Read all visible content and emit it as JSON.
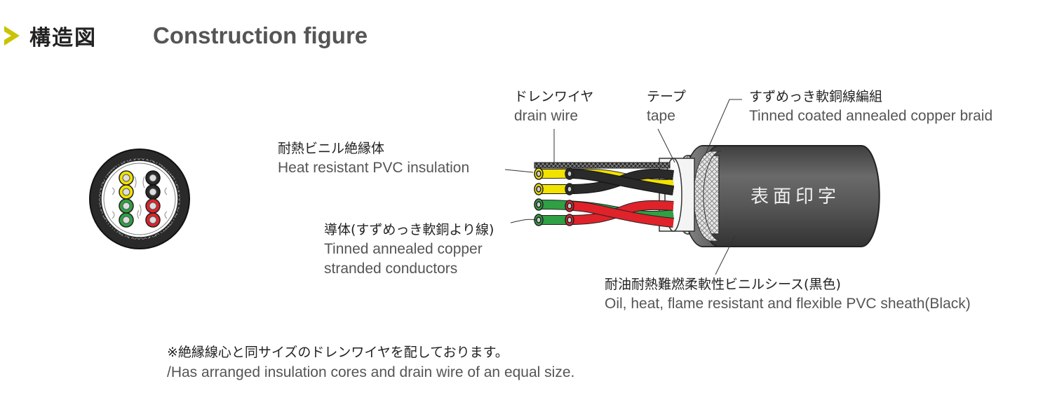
{
  "header": {
    "title_jp": "構造図",
    "title_en": "Construction figure",
    "accent_color": "#c9c400"
  },
  "labels": {
    "drain_wire": {
      "jp": "ドレンワイヤ",
      "en": "drain wire"
    },
    "tape": {
      "jp": "テープ",
      "en": "tape"
    },
    "braid": {
      "jp": "すずめっき軟銅線編組",
      "en": "Tinned coated annealed copper braid"
    },
    "insulation": {
      "jp": "耐熱ビニル絶縁体",
      "en": "Heat resistant PVC insulation"
    },
    "conductor": {
      "jp": "導体(すずめっき軟銅より線)",
      "en1": "Tinned annealed copper",
      "en2": "stranded conductors"
    },
    "sheath": {
      "jp": "耐油耐熱難燃柔軟性ビニルシース(黒色)",
      "en": "Oil, heat, flame resistant and flexible PVC sheath(Black)"
    }
  },
  "surface_print": "表面印字",
  "note": {
    "jp": "※絶縁線心と同サイズのドレンワイヤを配しております。",
    "en": "/Has arranged insulation cores and drain wire of an equal size."
  },
  "colors": {
    "yellow": "#f2e200",
    "black": "#2a2a2a",
    "green": "#2fa043",
    "red": "#e0222a",
    "sheath": "#5a5a5a"
  }
}
